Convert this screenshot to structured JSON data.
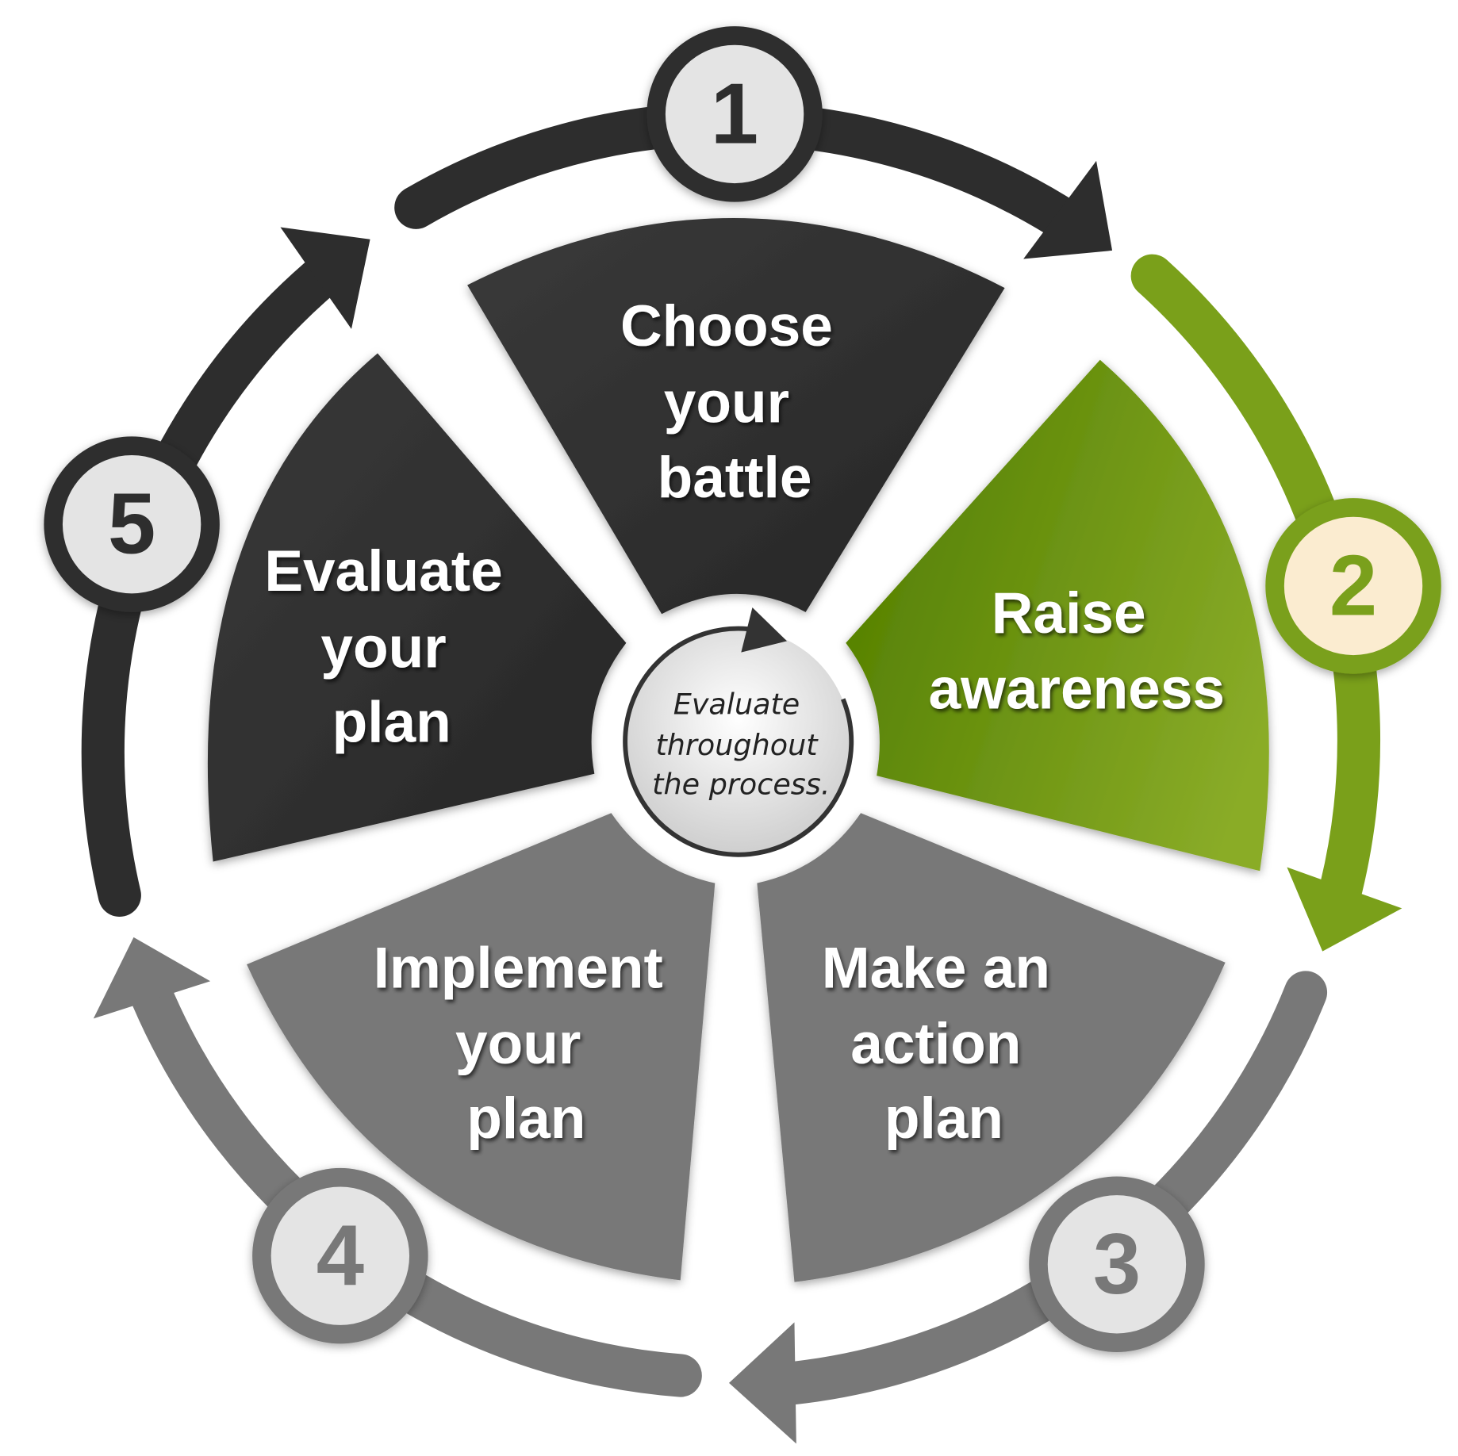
{
  "steps": [
    {
      "number": "1",
      "lines": [
        "Choose",
        "your",
        "battle"
      ],
      "color": "#2d2d2d"
    },
    {
      "number": "2",
      "lines": [
        "Raise",
        "awareness"
      ],
      "color": "#7aa01a"
    },
    {
      "number": "3",
      "lines": [
        "Make an",
        "action",
        "plan"
      ],
      "color": "#787878"
    },
    {
      "number": "4",
      "lines": [
        "Implement",
        "your",
        "plan"
      ],
      "color": "#787878"
    },
    {
      "number": "5",
      "lines": [
        "Evaluate",
        "your",
        "plan"
      ],
      "color": "#2d2d2d"
    }
  ],
  "center": {
    "lines": [
      "Evaluate",
      "throughout",
      "the process."
    ]
  },
  "colors": {
    "dark": "#2d2d2d",
    "green": "#7aa01a",
    "gray": "#787878",
    "badge_fill": "#e4e4e4",
    "active_badge_fill": "#fbecd0"
  }
}
